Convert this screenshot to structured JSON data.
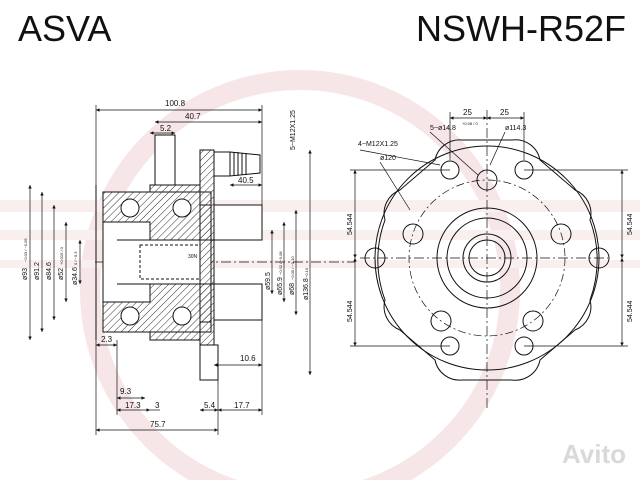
{
  "header": {
    "brand": "ASVA",
    "part_number": "NSWH-R52F"
  },
  "colors": {
    "line": "#111111",
    "hatch": "#333333",
    "watermark": "#e8b8bc",
    "background": "#ffffff"
  },
  "side_view": {
    "dim_overall_length": "100.8",
    "dim_inner_length": "40.7",
    "dim_flange_thickness": "5.2",
    "dim_stud_length": "40.5",
    "stud_thread_label": "5−M12X1.25",
    "dim_d93": "ø93",
    "dim_d93_tol": "−0.03 / −0.05",
    "dim_d91": "ø91.2",
    "dim_d84": "ø84.6",
    "dim_d52": "ø52",
    "dim_d52_tol": "+0.015 / 0",
    "dim_d34": "ø34.6",
    "dim_d34_tol": "0 / −0.3",
    "dim_d59": "ø59.5",
    "dim_d65": "ø65.9",
    "dim_d65_tol": "−0.02 / −0.08",
    "dim_d68": "ø68",
    "dim_d68_tol": "−0.05 / −0.10",
    "dim_d136": "ø136.8",
    "dim_d136_tol": "−0.15",
    "dim_spline": "30N",
    "dim_2_3": "2.3",
    "dim_10_6": "10.6",
    "dim_9_3": "9.3",
    "dim_17_3": "17.3",
    "dim_3": "3",
    "dim_5_4": "5.4",
    "dim_17_7": "17.7",
    "dim_75_7": "75.7"
  },
  "front_view": {
    "dim_25_left": "25",
    "dim_25_right": "25",
    "thread_label": "4−M12X1.25",
    "hole_label": "5−ø14.8",
    "hole_tol": "+0.08 / 0",
    "pcd": "ø114.3",
    "bolt_circle": "ø120",
    "dim_upper_left": "54.544",
    "dim_lower_left": "54.544",
    "dim_upper_right": "54.544",
    "dim_lower_right": "54.544"
  },
  "watermark": {
    "text": "Avito"
  }
}
